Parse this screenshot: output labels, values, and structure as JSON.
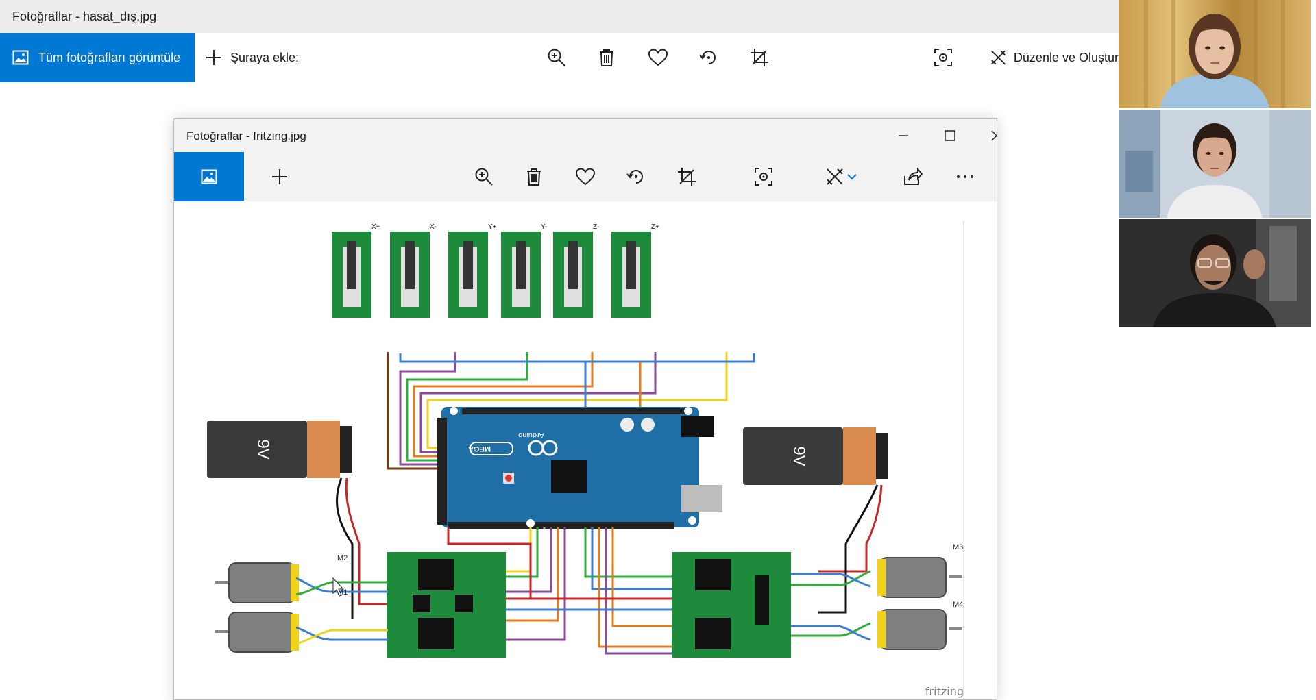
{
  "outer_window": {
    "title": "Fotoğraflar - hasat_dış.jpg",
    "toolbar": {
      "view_all_label": "Tüm fotoğrafları görüntüle",
      "add_to_label": "Şuraya ekle:",
      "edit_create_label": "Düzenle ve Oluştur"
    }
  },
  "inner_window": {
    "title": "Fotoğraflar - fritzing.jpg"
  },
  "image": {
    "sensor_labels": [
      "X+",
      "X-",
      "Y+",
      "Y-",
      "Z+",
      "Z-"
    ],
    "board_model": "MEGA",
    "board_brand": "Arduino",
    "battery_label": "9V",
    "motor_labels": [
      "M1",
      "M2",
      "M3",
      "M4"
    ],
    "watermark": "fritzing"
  },
  "colors": {
    "accent": "#0078d4",
    "pcb_green": "#1e8a3c",
    "arduino_blue": "#1f6fa6",
    "battery_orange": "#d98a4e"
  }
}
